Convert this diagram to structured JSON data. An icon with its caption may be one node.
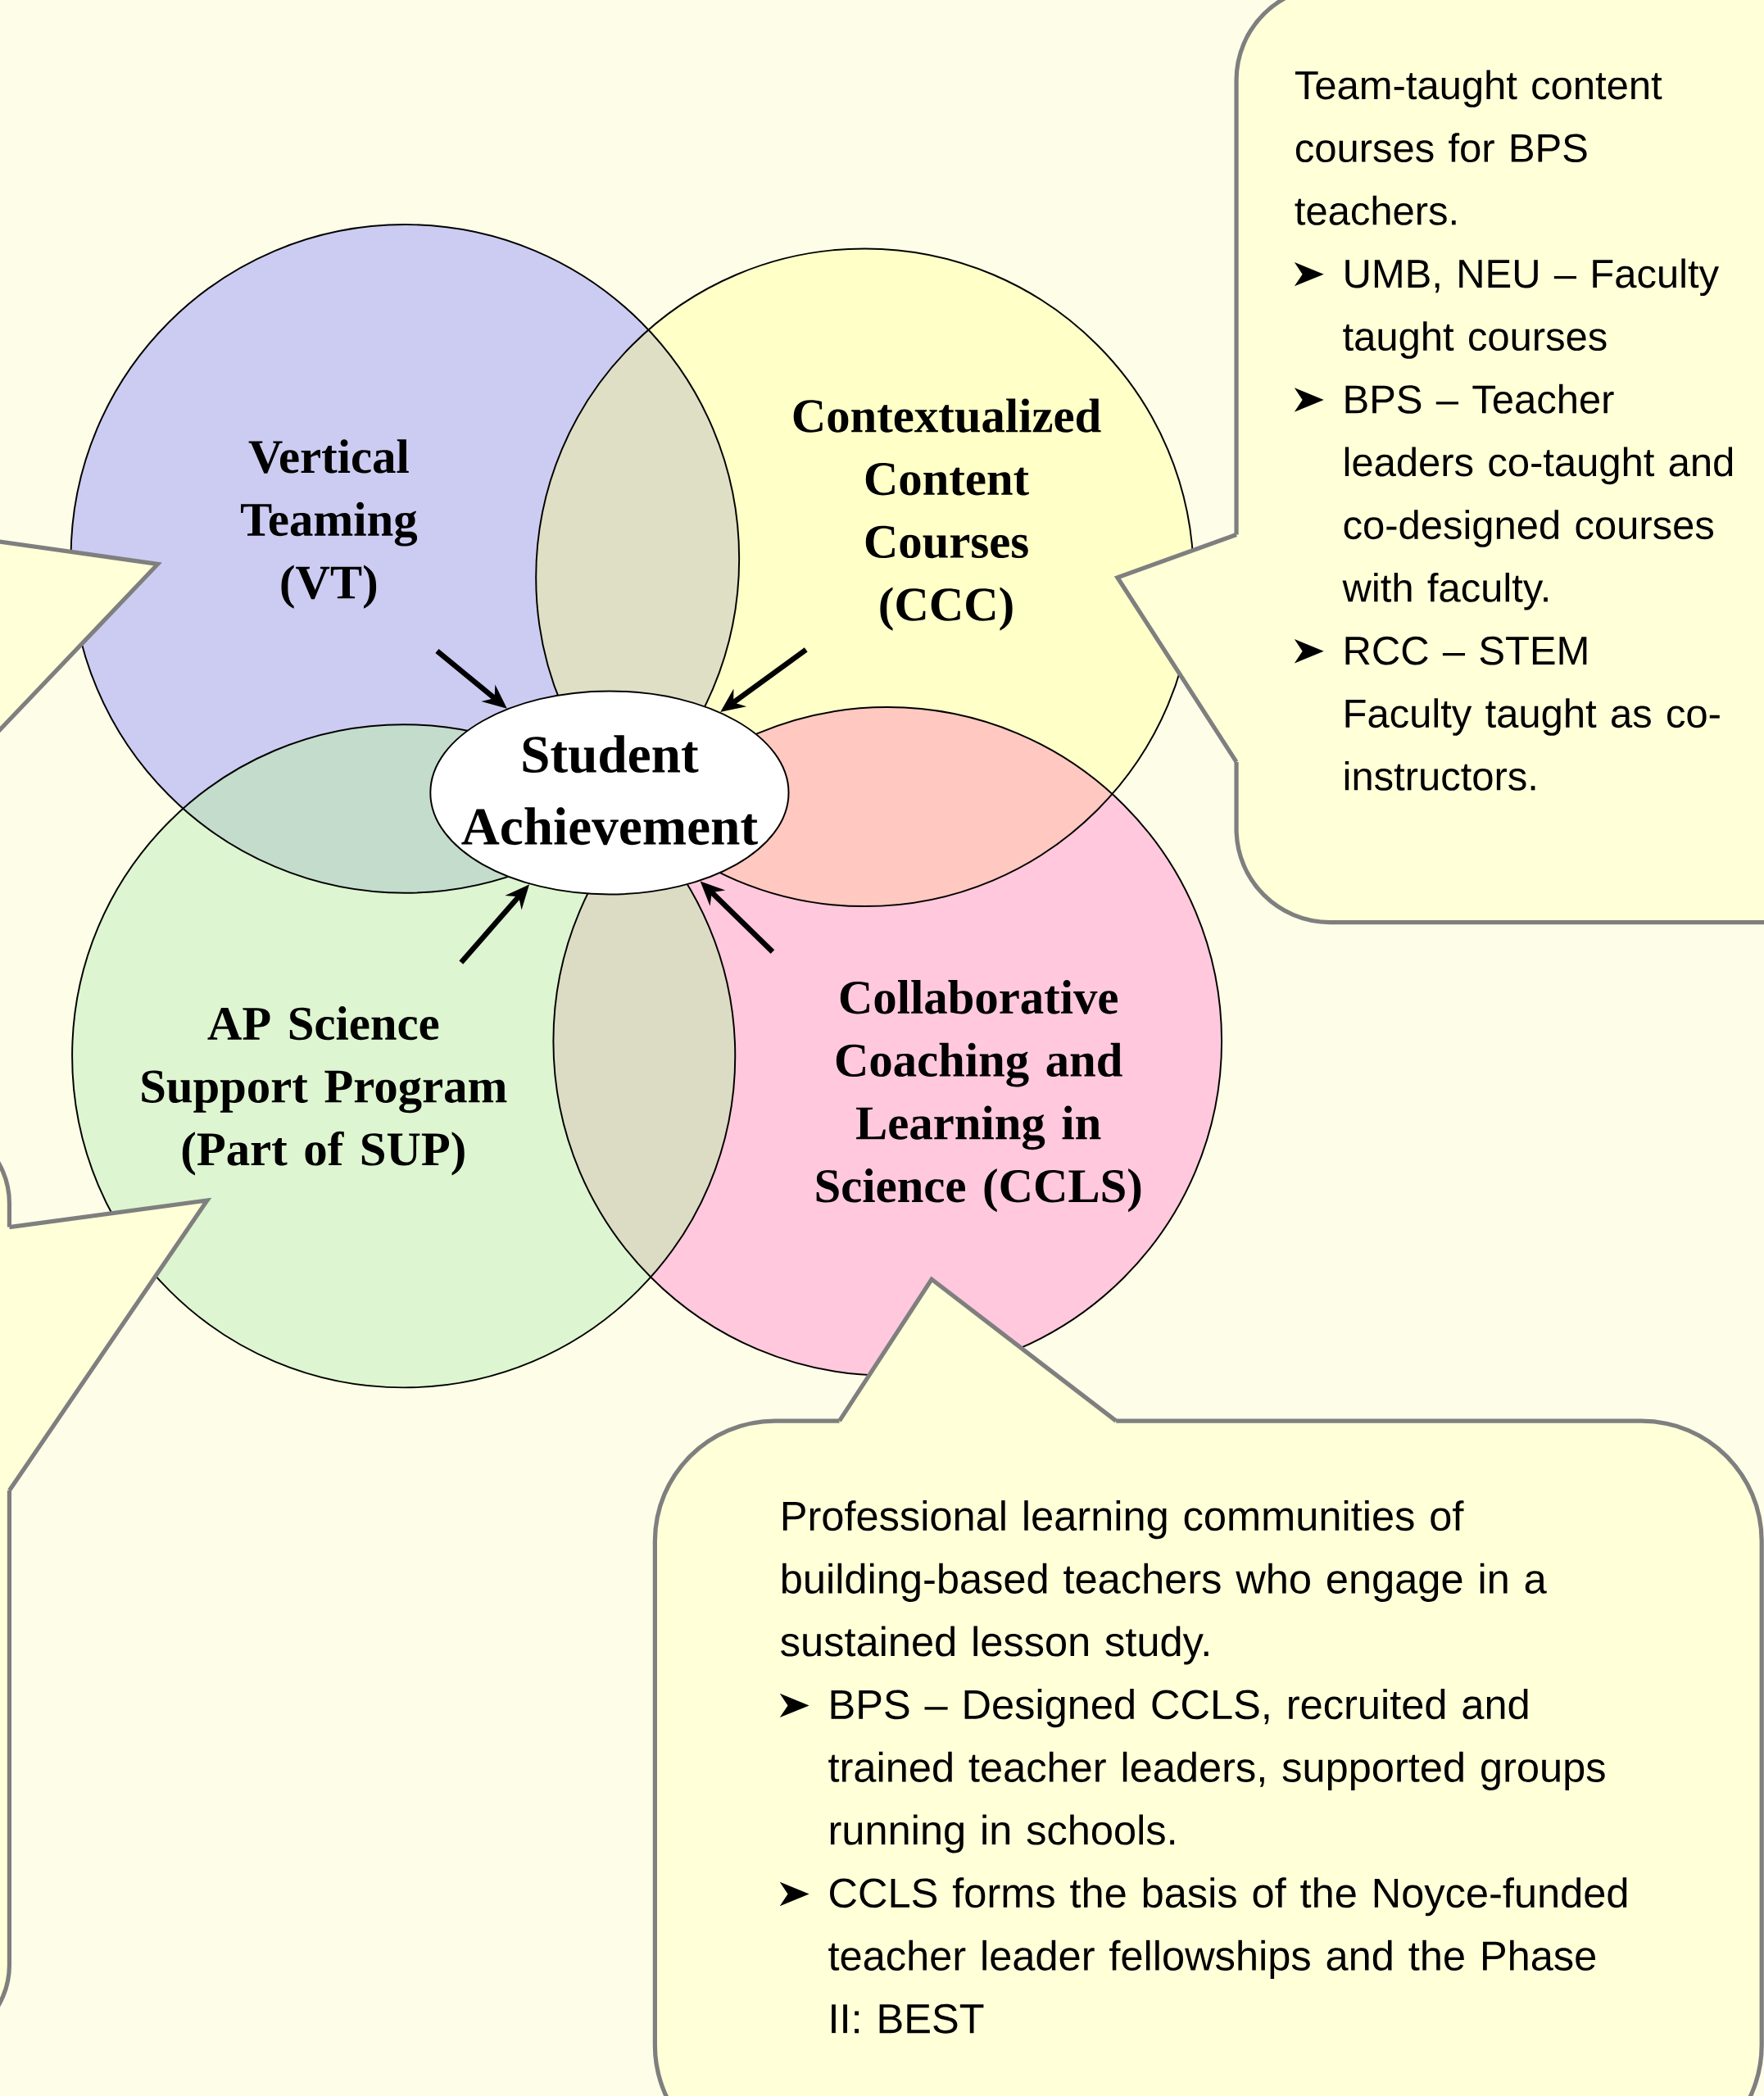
{
  "diagram": {
    "nodes": [
      {
        "text": [
          "Vertical Teaming (VT)"
        ]
      },
      {
        "text": [
          "Contextualized Content Courses (CCC)"
        ]
      },
      {
        "text": [
          "Student Achievement"
        ]
      },
      {
        "text": [
          "AP Science Support Program (Part of SUP)"
        ]
      },
      {
        "text": [
          "Collaborative Coaching and Learning in Science (CCLS)"
        ]
      },
      {
        "text": [
          "Team-taught content courses for BPS teachers.",
          "UMB, NEU – Faculty taught courses",
          "BPS – Teacher leaders co-taught and co-designed courses with faculty.",
          "RCC – STEM Faculty taught as co-instructors."
        ]
      },
      {
        "text": [
          "Professional learning communities of building-based teachers who engage in a sustained lesson study.",
          "BPS – Designed CCLS, recruited and trained teacher leaders, supported groups running in schools.",
          "CCLS forms the basis of the Noyce-funded teacher leader fellowships and the Phase II: BEST"
        ]
      },
      {
        "text": [],
        "shape": "box"
      },
      {
        "text": [],
        "shape": "box"
      }
    ],
    "edges": [
      {
        "from": 0,
        "to": 2,
        "arrow": "to"
      },
      {
        "from": 1,
        "to": 2,
        "arrow": "to"
      },
      {
        "from": 3,
        "to": 2,
        "arrow": "to"
      },
      {
        "from": 4,
        "to": 2,
        "arrow": "to"
      }
    ]
  }
}
